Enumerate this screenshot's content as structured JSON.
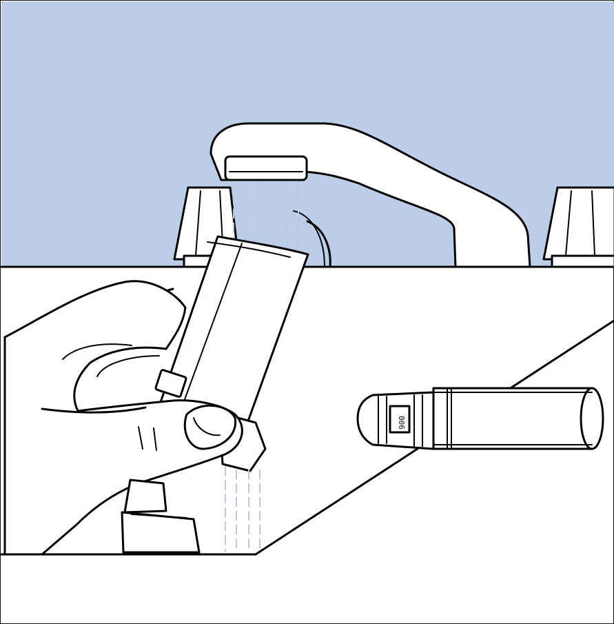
{
  "illustration": {
    "colors": {
      "wall": "#bccde7",
      "ink": "#000000",
      "surface": "#ffffff",
      "water": "#b9c7e0"
    },
    "parts": {
      "faucet": "faucet-spout",
      "taps": [
        "left-tap-handle",
        "right-tap-handle"
      ],
      "mouthpiece_under_water": "inhaler-mouthpiece",
      "hand": "hand",
      "inhaler_on_counter": "inhaler-device"
    },
    "dose_counter_text": "006"
  }
}
